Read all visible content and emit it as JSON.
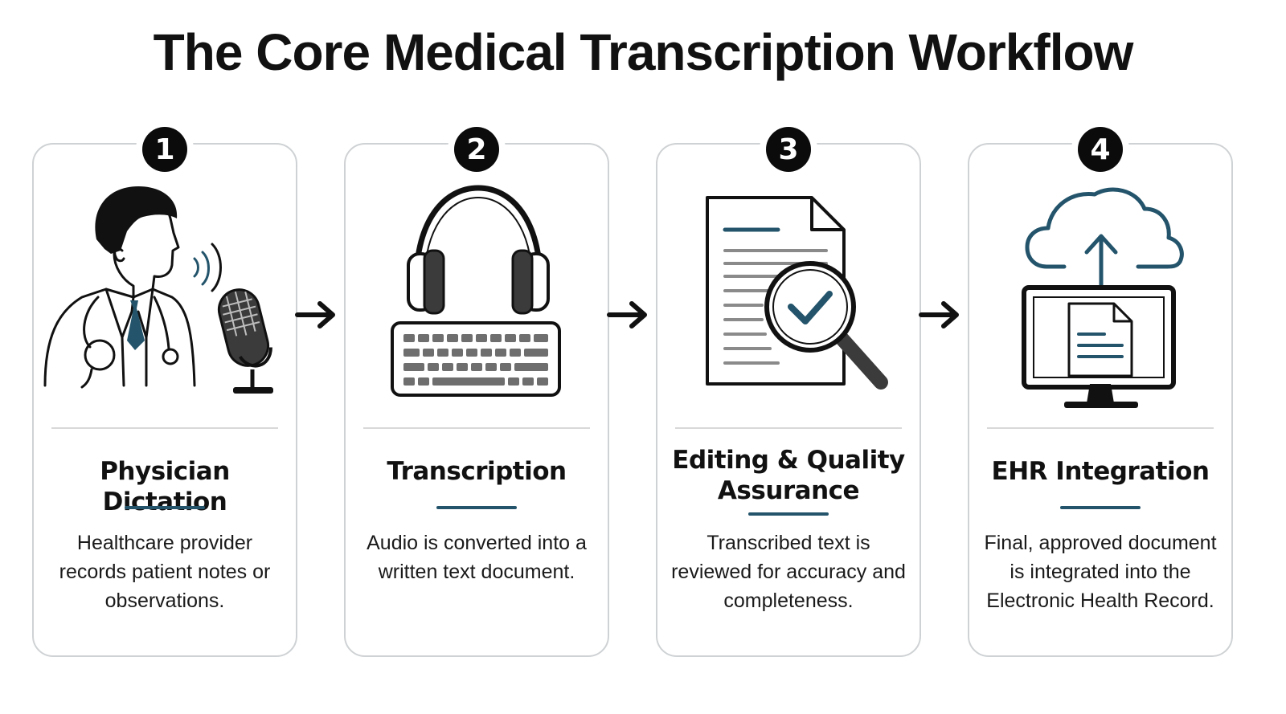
{
  "title": "The Core Medical Transcription Workflow",
  "colors": {
    "accent": "#23546b",
    "dark": "#111111",
    "border": "#cfd2d4"
  },
  "steps": [
    {
      "number": "1",
      "icon": "physician-dictating-icon",
      "title": "Physician Dictation",
      "description": "Healthcare provider records patient notes or observations."
    },
    {
      "number": "2",
      "icon": "headphones-keyboard-icon",
      "title": "Transcription",
      "description": "Audio is converted into a written text document."
    },
    {
      "number": "3",
      "icon": "document-magnifier-check-icon",
      "title": "Editing & Quality Assurance",
      "description": "Transcribed text is reviewed for accuracy and completeness."
    },
    {
      "number": "4",
      "icon": "cloud-upload-monitor-icon",
      "title": "EHR Integration",
      "description": "Final, approved document is integrated into the Electronic Health Record."
    }
  ]
}
